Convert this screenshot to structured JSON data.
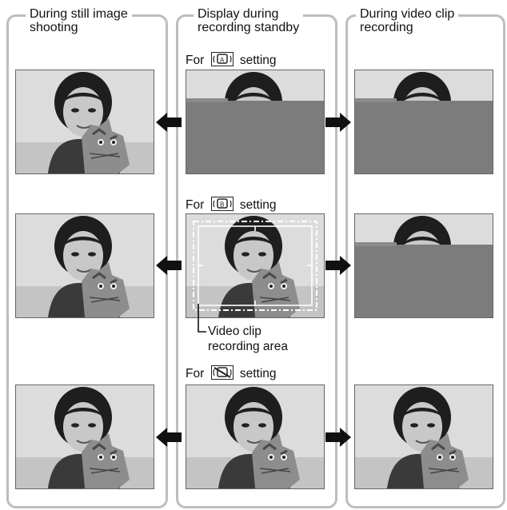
{
  "columns": {
    "still": {
      "heading_line1": "During still image",
      "heading_line2": "shooting"
    },
    "standby": {
      "heading_line1": "Display during",
      "heading_line2": "recording standby"
    },
    "video": {
      "heading_line1": "During video clip",
      "heading_line2": "recording"
    }
  },
  "rows": [
    {
      "setting_prefix": "For",
      "setting_suffix": "setting",
      "mode_icon": "stabilizer-a-icon"
    },
    {
      "setting_prefix": "For",
      "setting_suffix": "setting",
      "mode_icon": "stabilizer-b-icon"
    },
    {
      "setting_prefix": "For",
      "setting_suffix": "setting",
      "mode_icon": "stabilizer-off-icon"
    }
  ],
  "callout": {
    "line1": "Video clip",
    "line2": "recording area"
  },
  "colors": {
    "column_border": "#bdbdbd",
    "mask_gray": "#7c7c7c",
    "arrow": "#111111"
  }
}
